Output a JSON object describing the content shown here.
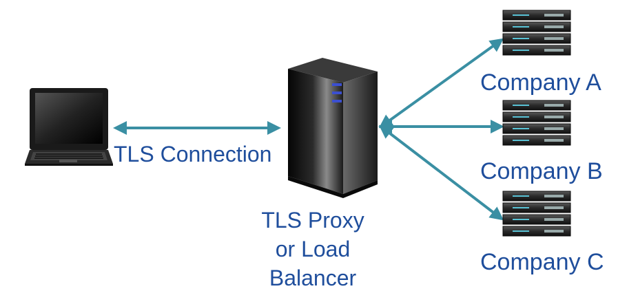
{
  "diagram": {
    "connection_label": "TLS Connection",
    "proxy_label_lines": [
      "TLS Proxy",
      "or Load",
      "Balancer"
    ],
    "companies": [
      "Company A",
      "Company B",
      "Company C"
    ]
  },
  "colors": {
    "arrow": "#3a8fa3",
    "label_text": "#1f4e9c",
    "server_dark": "#111111"
  },
  "icons": [
    "laptop-icon",
    "tower-server-icon",
    "rack-server-icon"
  ]
}
